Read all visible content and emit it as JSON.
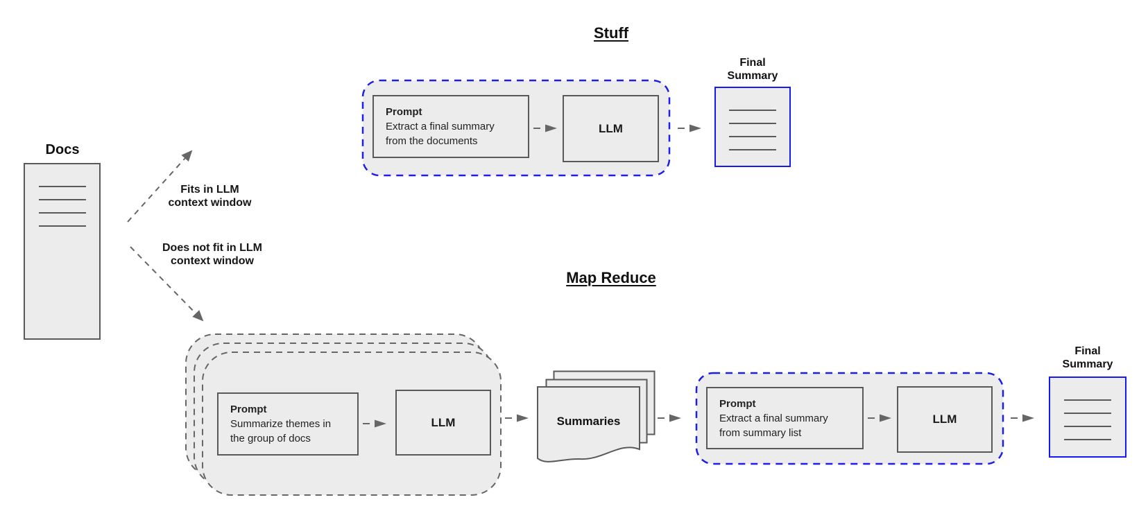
{
  "colors": {
    "shape_fill": "#ececec",
    "line_gray": "#595959",
    "arrow_gray": "#666666",
    "dash_gray": "#666666",
    "accent_blue": "#1e1ee6",
    "doc_border_blue": "#1818f2",
    "text_dark": "#1f1f1f"
  },
  "docs": {
    "label": "Docs"
  },
  "branches": {
    "fits": {
      "line1": "Fits in LLM",
      "line2": "context window"
    },
    "does_not_fit": {
      "line1": "Does not fit in LLM",
      "line2": "context window"
    }
  },
  "stuff": {
    "title": "Stuff",
    "prompt": {
      "heading": "Prompt",
      "line1": "Extract a final summary",
      "line2": "from the documents"
    },
    "llm": "LLM",
    "final_summary": {
      "line1": "Final",
      "line2": "Summary"
    }
  },
  "map_reduce": {
    "title": "Map Reduce",
    "map_prompt": {
      "heading": "Prompt",
      "line1": "Summarize themes in",
      "line2": "the group of docs"
    },
    "map_llm": "LLM",
    "summaries": "Summaries",
    "reduce_prompt": {
      "heading": "Prompt",
      "line1": "Extract a final summary",
      "line2": "from summary list"
    },
    "reduce_llm": "LLM",
    "final_summary": {
      "line1": "Final",
      "line2": "Summary"
    }
  }
}
